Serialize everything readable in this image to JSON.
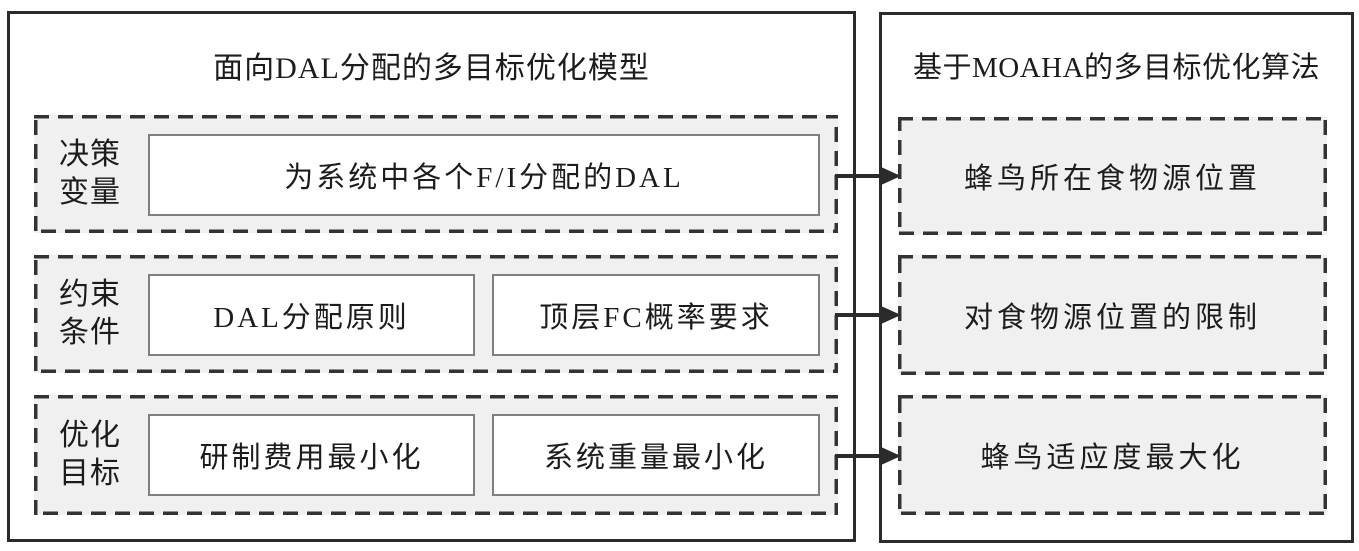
{
  "diagram": {
    "left_panel": {
      "title": "面向DAL分配的多目标优化模型",
      "rows": [
        {
          "label_line1": "决策",
          "label_line2": "变量",
          "boxes": [
            "为系统中各个F/I分配的DAL"
          ]
        },
        {
          "label_line1": "约束",
          "label_line2": "条件",
          "boxes": [
            "DAL分配原则",
            "顶层FC概率要求"
          ]
        },
        {
          "label_line1": "优化",
          "label_line2": "目标",
          "boxes": [
            "研制费用最小化",
            "系统重量最小化"
          ]
        }
      ]
    },
    "right_panel": {
      "title": "基于MOAHA的多目标优化算法",
      "boxes": [
        "蜂鸟所在食物源位置",
        "对食物源位置的限制",
        "蜂鸟适应度最大化"
      ]
    },
    "colors": {
      "background": "#ffffff",
      "panel_border": "#2b2b2b",
      "dashed_border": "#333333",
      "dashed_fill": "#f0f0f0",
      "inner_box_border": "#7f7f7f",
      "text": "#1c1c1c",
      "arrow": "#2b2b2b"
    }
  }
}
